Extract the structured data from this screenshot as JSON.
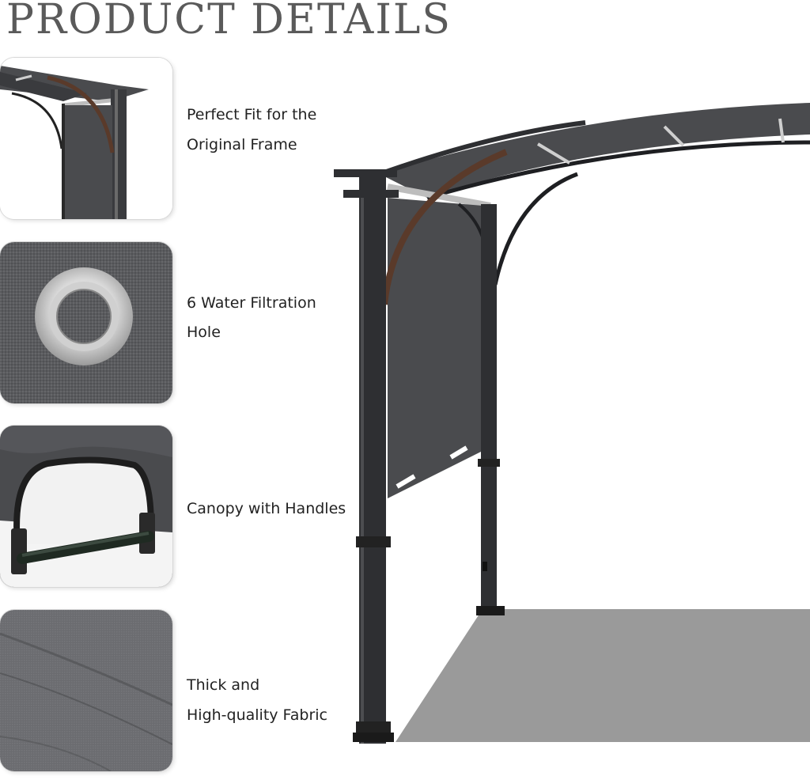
{
  "page_title": "PRODUCT DETAILS",
  "features": [
    {
      "line1": "Perfect Fit for the",
      "line2": "Original Frame",
      "thumb_icon": "pergola-corner-thumbnail"
    },
    {
      "line1": " 6 Water Filtration",
      "line2": "Hole",
      "thumb_icon": "grommet-thumbnail"
    },
    {
      "line1": "Canopy with Handles",
      "line2": "",
      "thumb_icon": "handle-thumbnail"
    },
    {
      "line1": "Thick and",
      "line2": "High-quality Fabric",
      "thumb_icon": "fabric-thumbnail"
    }
  ],
  "colors": {
    "fabric": "#4a4b4e",
    "frame": "#2e2f32",
    "shadow": "#9a9a9a",
    "title": "#5a5a5a"
  }
}
